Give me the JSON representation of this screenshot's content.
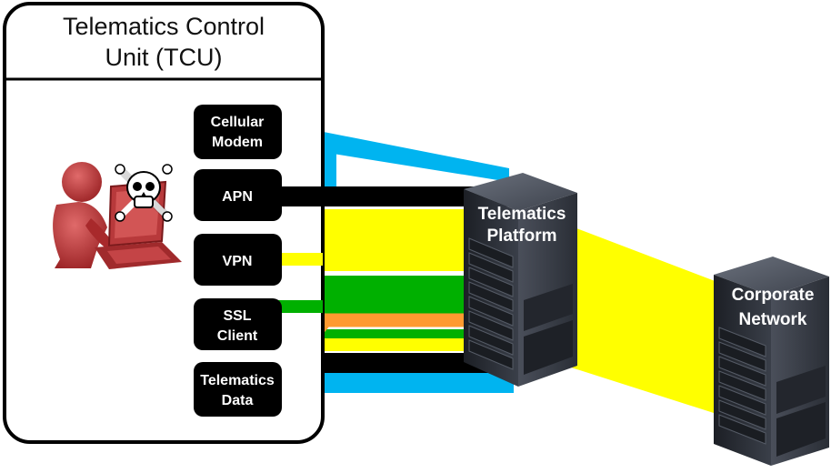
{
  "tcu": {
    "title_line1": "Telematics Control",
    "title_line2": "Unit (TCU)"
  },
  "components": {
    "cellular_modem": {
      "line1": "Cellular",
      "line2": "Modem"
    },
    "apn": {
      "line1": "APN"
    },
    "vpn": {
      "line1": "VPN"
    },
    "ssl_client": {
      "line1": "SSL",
      "line2": "Client"
    },
    "telematics_data": {
      "line1": "Telematics",
      "line2": "Data"
    }
  },
  "servers": {
    "telematics_platform": {
      "line1": "Telematics",
      "line2": "Platform"
    },
    "corporate_network": {
      "line1": "Corporate",
      "line2": "Network"
    }
  },
  "icons": [
    "attacker-icon",
    "laptop-icon",
    "skull-crossbones-icon",
    "server-rack-icon"
  ],
  "colors": {
    "cellular": "#00b4f0",
    "apn": "#000000",
    "vpn": "#ffff00",
    "ssl": "#00b000",
    "data": "#ff9a30",
    "attacker": "#c0393b"
  }
}
